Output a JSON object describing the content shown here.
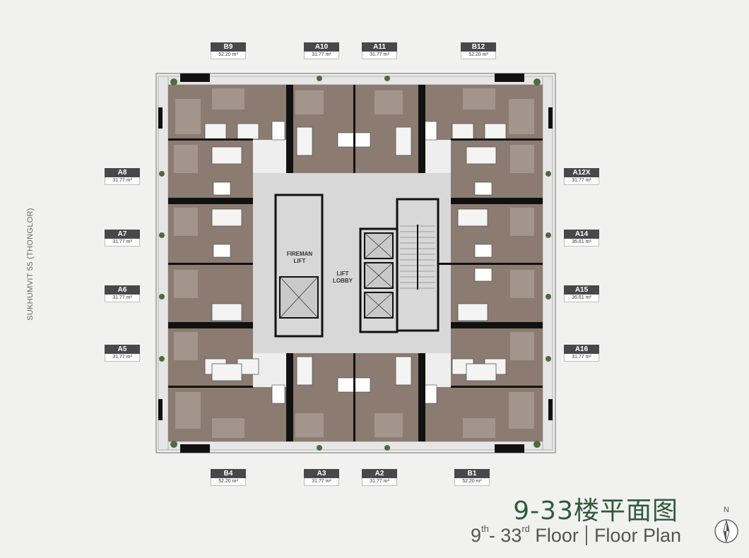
{
  "street_label": "SUKHUMVIT 55 (THONGLOR)",
  "core_labels": {
    "fireman_lift": "FIREMAN\nLIFT",
    "lift_lobby": "LIFT\nLOBBY"
  },
  "units": {
    "B9": {
      "code": "B9",
      "area": "52.20 m²"
    },
    "A10": {
      "code": "A10",
      "area": "31.77 m²"
    },
    "A11": {
      "code": "A11",
      "area": "31.77 m²"
    },
    "B12": {
      "code": "B12",
      "area": "52.20 m²"
    },
    "A8": {
      "code": "A8",
      "area": "31.77 m²"
    },
    "A7": {
      "code": "A7",
      "area": "31.77 m²"
    },
    "A6": {
      "code": "A6",
      "area": "31.77 m²"
    },
    "A5": {
      "code": "A5",
      "area": "31.77 m²"
    },
    "A12X": {
      "code": "A12X",
      "area": "31.77 m²"
    },
    "A14": {
      "code": "A14",
      "area": "36.61 m²"
    },
    "A15": {
      "code": "A15",
      "area": "36.61 m²"
    },
    "A16": {
      "code": "A16",
      "area": "31.77 m²"
    },
    "B4": {
      "code": "B4",
      "area": "52.20 m²"
    },
    "A3": {
      "code": "A3",
      "area": "31.77 m²"
    },
    "A2": {
      "code": "A2",
      "area": "31.77 m²"
    },
    "B1": {
      "code": "B1",
      "area": "52.20 m²"
    }
  },
  "title": {
    "cn": "9-33楼平面图",
    "en_floor_start": "9",
    "en_floor_start_sup": "th",
    "en_dash": "- 33",
    "en_floor_end_sup": "rd",
    "en_floor_word": " Floor",
    "en_plan": "Floor Plan"
  },
  "compass": {
    "letter": "N"
  },
  "colors": {
    "unit_fill": "#8c7b70",
    "unit_fill_light": "#a3958b",
    "core_fill": "#d8d8d8",
    "wall": "#111111",
    "label_dark": "#48484a",
    "title_green": "#2f5a3c"
  }
}
